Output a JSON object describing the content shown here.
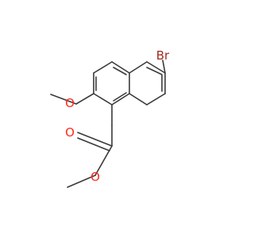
{
  "structure": {
    "atoms": {
      "bromine": "Br",
      "methoxy_oxygen": "O",
      "carbonyl_oxygen": "O",
      "ester_oxygen": "O"
    }
  },
  "colors": {
    "bond": "#3a3a3a",
    "oxygen": "#ff2a1a",
    "bromine": "#a02a1e",
    "background": "#ffffff"
  }
}
